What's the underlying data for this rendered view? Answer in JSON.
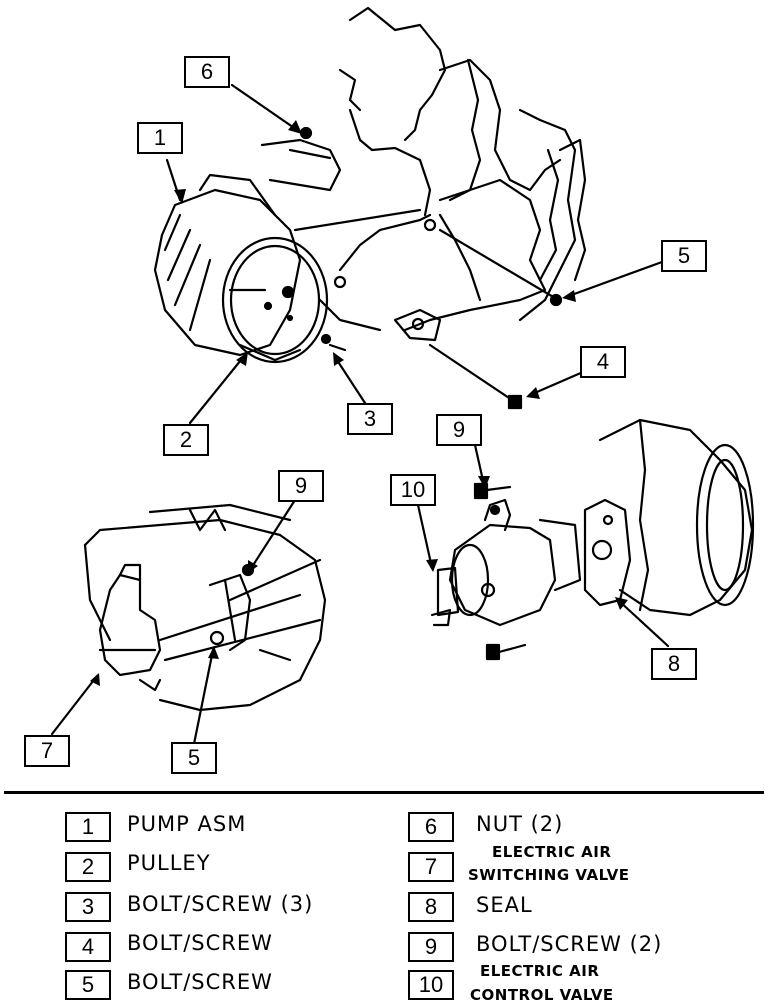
{
  "callouts": [
    {
      "id": "c6a",
      "num": "6"
    },
    {
      "id": "c1",
      "num": "1"
    },
    {
      "id": "c5a",
      "num": "5"
    },
    {
      "id": "c4",
      "num": "4"
    },
    {
      "id": "c3",
      "num": "3"
    },
    {
      "id": "c2",
      "num": "2"
    },
    {
      "id": "c9a",
      "num": "9"
    },
    {
      "id": "c9b",
      "num": "9"
    },
    {
      "id": "c10",
      "num": "10"
    },
    {
      "id": "c8",
      "num": "8"
    },
    {
      "id": "c7",
      "num": "7"
    },
    {
      "id": "c5b",
      "num": "5"
    }
  ],
  "legend": {
    "left": [
      {
        "num": "1",
        "label": "PUMP ASM"
      },
      {
        "num": "2",
        "label": "PULLEY"
      },
      {
        "num": "3",
        "label": "BOLT/SCREW (3)"
      },
      {
        "num": "4",
        "label": "BOLT/SCREW"
      },
      {
        "num": "5",
        "label": "BOLT/SCREW"
      }
    ],
    "right": [
      {
        "num": "6",
        "label": "NUT (2)"
      },
      {
        "num": "7",
        "label_line1": "ELECTRIC AIR",
        "label_line2": "SWITCHING VALVE"
      },
      {
        "num": "8",
        "label": "SEAL"
      },
      {
        "num": "9",
        "label": "BOLT/SCREW (2)"
      },
      {
        "num": "10",
        "label_line1": "ELECTRIC AIR",
        "label_line2": "CONTROL VALVE"
      }
    ]
  }
}
